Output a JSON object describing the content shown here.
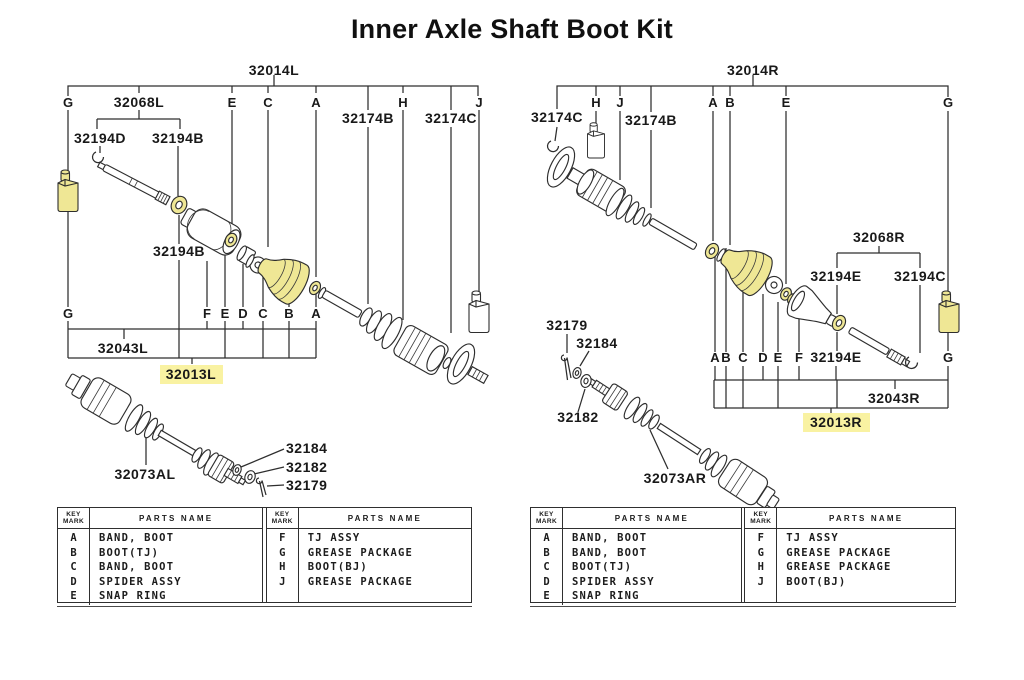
{
  "title": "Inner Axle Shaft Boot Kit",
  "colors": {
    "highlight": "#f9f2a2",
    "kit_part_fill": "#efe795",
    "line": "#2e2e2e"
  },
  "left": {
    "assembly_label": "32014L",
    "hub_kit_label": "32068L",
    "snap_ring_d_label": "32194D",
    "circlip_top_label": "32194B",
    "circlip_mid_label": "32194B",
    "bj_boot_band_label": "32174B",
    "bj_ring_label": "32174C",
    "shaft_kit_label": "32043L",
    "boot_kit_label": "32013L",
    "axle_label": "32073AL",
    "washer_label": "32184",
    "nut_label": "32182",
    "pin_label": "32179",
    "top_keys": [
      "G",
      "E",
      "C",
      "A",
      "H",
      "J"
    ],
    "bottom_keys": [
      "G",
      "F",
      "E",
      "D",
      "C",
      "B",
      "A"
    ]
  },
  "right": {
    "assembly_label": "32014R",
    "bj_ring_label": "32174C",
    "bj_boot_band_label": "32174B",
    "hub_kit_label": "32068R",
    "circlip_top_label": "32194E",
    "circlip_side_label": "32194C",
    "circlip_bottom_label": "32194E",
    "shaft_kit_label": "32043R",
    "boot_kit_label": "32013R",
    "axle_label": "32073AR",
    "pin_label": "32179",
    "washer_label": "32184",
    "nut_label": "32182",
    "top_keys": [
      "H",
      "J",
      "A",
      "B",
      "E",
      "G"
    ],
    "bottom_keys": [
      "A",
      "B",
      "C",
      "D",
      "E",
      "F"
    ],
    "bottom_g_key": "G"
  },
  "tables": {
    "key_header_line1": "KEY",
    "key_header_line2": "MARK",
    "parts_header": "PARTS NAME",
    "left": {
      "col1": [
        {
          "key": "A",
          "name": "BAND, BOOT"
        },
        {
          "key": "B",
          "name": "BOOT(TJ)"
        },
        {
          "key": "C",
          "name": "BAND, BOOT"
        },
        {
          "key": "D",
          "name": "SPIDER ASSY"
        },
        {
          "key": "E",
          "name": "SNAP RING"
        }
      ],
      "col2": [
        {
          "key": "F",
          "name": "TJ ASSY"
        },
        {
          "key": "G",
          "name": "GREASE PACKAGE"
        },
        {
          "key": "H",
          "name": "BOOT(BJ)"
        },
        {
          "key": "J",
          "name": "GREASE PACKAGE"
        }
      ]
    },
    "right": {
      "col1": [
        {
          "key": "A",
          "name": "BAND, BOOT"
        },
        {
          "key": "B",
          "name": "BAND, BOOT"
        },
        {
          "key": "C",
          "name": "BOOT(TJ)"
        },
        {
          "key": "D",
          "name": "SPIDER ASSY"
        },
        {
          "key": "E",
          "name": "SNAP RING"
        }
      ],
      "col2": [
        {
          "key": "F",
          "name": "TJ ASSY"
        },
        {
          "key": "G",
          "name": "GREASE PACKAGE"
        },
        {
          "key": "H",
          "name": "GREASE PACKAGE"
        },
        {
          "key": "J",
          "name": "BOOT(BJ)"
        }
      ]
    }
  }
}
